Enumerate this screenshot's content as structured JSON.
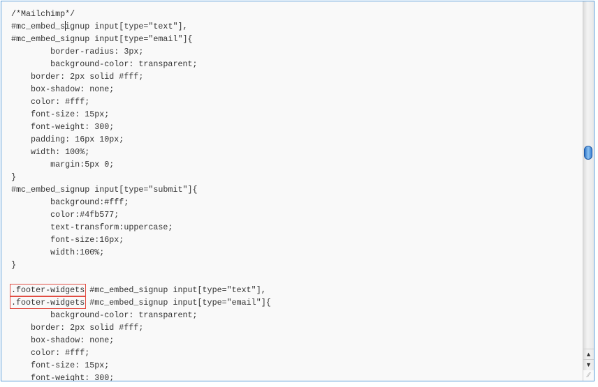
{
  "editor": {
    "lines": [
      {
        "text": "/*Mailchimp*/"
      },
      {
        "text": "#mc_embed_s",
        "caret": true,
        "after": "ignup input[type=\"text\"],"
      },
      {
        "text": "#mc_embed_signup input[type=\"email\"]{"
      },
      {
        "text": "        border-radius: 3px;"
      },
      {
        "text": "        background-color: transparent;"
      },
      {
        "text": "    border: 2px solid #fff;"
      },
      {
        "text": "    box-shadow: none;"
      },
      {
        "text": "    color: #fff;"
      },
      {
        "text": "    font-size: 15px;"
      },
      {
        "text": "    font-weight: 300;"
      },
      {
        "text": "    padding: 16px 10px;"
      },
      {
        "text": "    width: 100%;"
      },
      {
        "text": "        margin:5px 0;"
      },
      {
        "text": "}"
      },
      {
        "text": "#mc_embed_signup input[type=\"submit\"]{"
      },
      {
        "text": "        background:#fff;"
      },
      {
        "text": "        color:#4fb577;"
      },
      {
        "text": "        text-transform:uppercase;"
      },
      {
        "text": "        font-size:16px;"
      },
      {
        "text": "        width:100%;"
      },
      {
        "text": "}"
      },
      {
        "text": ""
      },
      {
        "hl": ".footer-widgets",
        "text": " #mc_embed_signup input[type=\"text\"],"
      },
      {
        "hl": ".footer-widgets",
        "text": " #mc_embed_signup input[type=\"email\"]{"
      },
      {
        "text": "        background-color: transparent;"
      },
      {
        "text": "    border: 2px solid #fff;"
      },
      {
        "text": "    box-shadow: none;"
      },
      {
        "text": "    color: #fff;"
      },
      {
        "text": "    font-size: 15px;"
      },
      {
        "text": "    font-weight: 300;"
      }
    ],
    "scroll_position": 0.4,
    "scroll_up_icon": "▲",
    "scroll_down_icon": "▼",
    "resize_icon": "⁄⁄"
  }
}
